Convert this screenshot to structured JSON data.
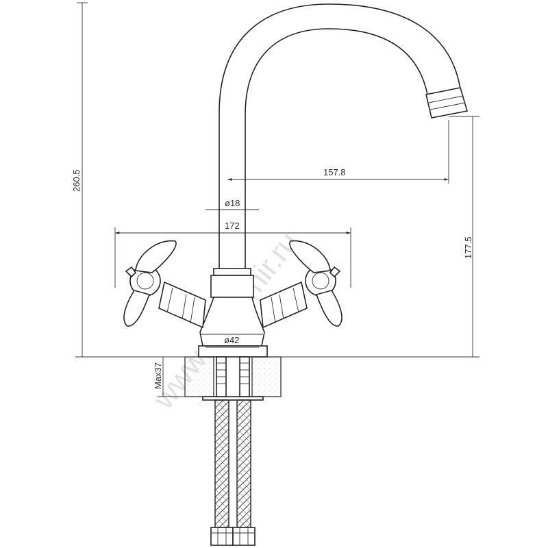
{
  "drawing": {
    "dimensions": {
      "total_height": "260.5",
      "spout_reach": "157.8",
      "spout_diameter": "ø18",
      "handle_span": "172",
      "spout_height": "177.5",
      "base_diameter": "ø42",
      "max_counter_thickness": "Max37"
    },
    "watermark": "www.aquamir.ru"
  }
}
